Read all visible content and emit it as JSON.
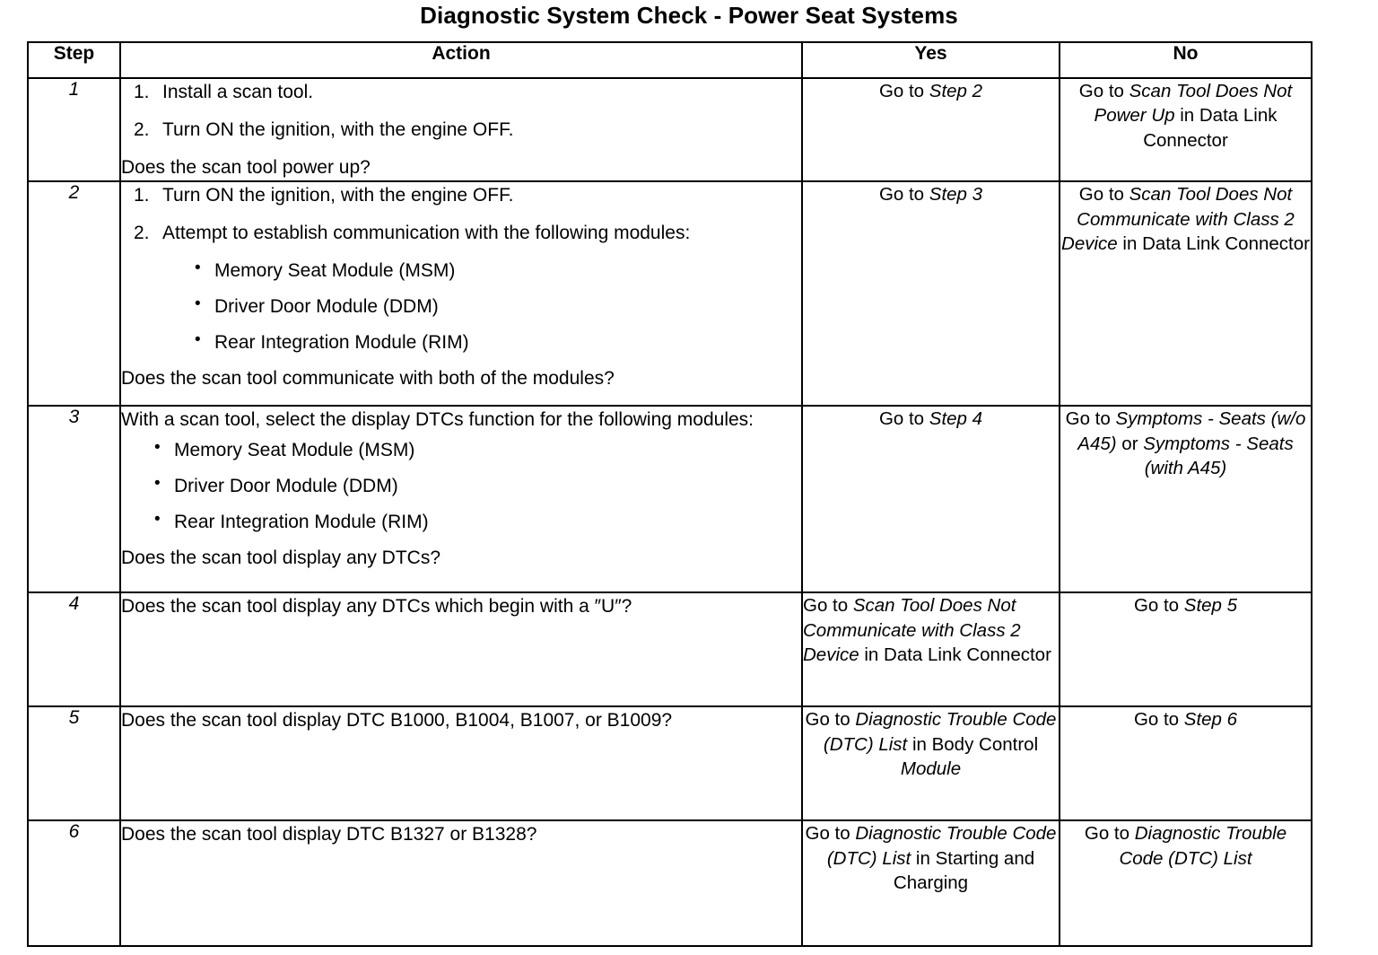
{
  "document": {
    "title": "Diagnostic System Check - Power Seat Systems"
  },
  "table": {
    "headers": {
      "step": "Step",
      "action": "Action",
      "yes": "Yes",
      "no": "No"
    },
    "rows": [
      {
        "step": "1",
        "action": {
          "numbered": [
            {
              "num": "1.",
              "text": "Install a scan tool."
            },
            {
              "num": "2.",
              "text": "Turn ON the ignition, with the engine OFF."
            }
          ],
          "question": "Does the scan tool power up?"
        },
        "yes": {
          "plain1": "Go to ",
          "italic1": "Step 2",
          "plain2": ""
        },
        "no": {
          "plain1": "Go to ",
          "italic1": "Scan Tool Does Not Power Up",
          "plain2": " in Data Link Connector"
        }
      },
      {
        "step": "2",
        "action": {
          "numbered": [
            {
              "num": "1.",
              "text": "Turn ON the ignition, with the engine OFF."
            },
            {
              "num": "2.",
              "text": "Attempt to establish communication with the following modules:"
            }
          ],
          "bullets": [
            "Memory Seat Module (MSM)",
            "Driver Door Module (DDM)",
            "Rear Integration Module (RIM)"
          ],
          "question": "Does the scan tool communicate with both of the modules?"
        },
        "yes": {
          "plain1": "Go to ",
          "italic1": "Step 3",
          "plain2": ""
        },
        "no": {
          "plain1": "Go to ",
          "italic1": "Scan Tool Does Not Communicate with Class 2 Device",
          "plain2": " in Data Link Connector"
        }
      },
      {
        "step": "3",
        "action": {
          "lead": "With a scan tool, select the display DTCs function for the following modules:",
          "bullets": [
            "Memory Seat Module (MSM)",
            "Driver Door Module (DDM)",
            "Rear Integration Module (RIM)"
          ],
          "question": "Does the scan tool display any DTCs?"
        },
        "yes": {
          "plain1": "Go to ",
          "italic1": "Step 4",
          "plain2": ""
        },
        "no": {
          "plain1": "Go to ",
          "italic1": "Symptoms - Seats (w/o A45)",
          "plain2": " or ",
          "italic2": "Symptoms - Seats (with A45)"
        }
      },
      {
        "step": "4",
        "action": {
          "question": "Does the scan tool display any DTCs which begin with a ″U″?"
        },
        "yes": {
          "plain1": "Go to ",
          "italic1": "Scan Tool Does Not Communicate with Class 2 Device",
          "plain2": " in Data Link Connector"
        },
        "no": {
          "plain1": "Go to ",
          "italic1": "Step 5",
          "plain2": ""
        }
      },
      {
        "step": "5",
        "action": {
          "question": "Does the scan tool display DTC B1000, B1004, B1007, or B1009?"
        },
        "yes": {
          "plain1": "Go to ",
          "italic1": "Diagnostic Trouble Code (DTC) List",
          "plain2": " in Body Control ",
          "italic2": "Module"
        },
        "no": {
          "plain1": "Go to ",
          "italic1": "Step 6",
          "plain2": ""
        }
      },
      {
        "step": "6",
        "action": {
          "question": "Does the scan tool display DTC B1327 or B1328?"
        },
        "yes": {
          "plain1": "Go to ",
          "italic1": "Diagnostic Trouble Code (DTC) List",
          "plain2": " in Starting and Charging"
        },
        "no": {
          "plain1": "Go to ",
          "italic1": "Diagnostic Trouble Code (DTC) List",
          "plain2": ""
        }
      }
    ]
  },
  "symbols": {
    "bullet": "•"
  }
}
